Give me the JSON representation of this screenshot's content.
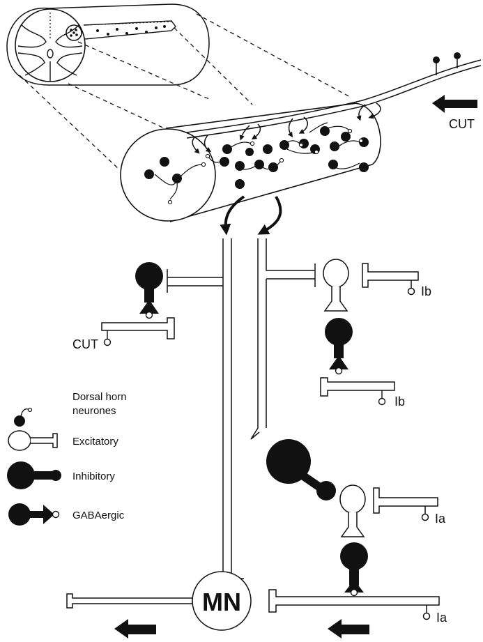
{
  "labels": {
    "cut_top": "CUT",
    "cut_left": "CUT",
    "ib_upper": "Ib",
    "ib_lower": "Ib",
    "ia_upper": "Ia",
    "ia_lower": "Ia",
    "mn": "MN"
  },
  "legend": [
    {
      "symbol": "dorsal-horn-neurone",
      "label_line1": "Dorsal horn",
      "label_line2": "neurones"
    },
    {
      "symbol": "excitatory",
      "label": "Excitatory"
    },
    {
      "symbol": "inhibitory",
      "label": "Inhibitory"
    },
    {
      "symbol": "gabaergic",
      "label": "GABAergic"
    }
  ],
  "colors": {
    "ink": "#111111",
    "background": "#ffffff"
  }
}
